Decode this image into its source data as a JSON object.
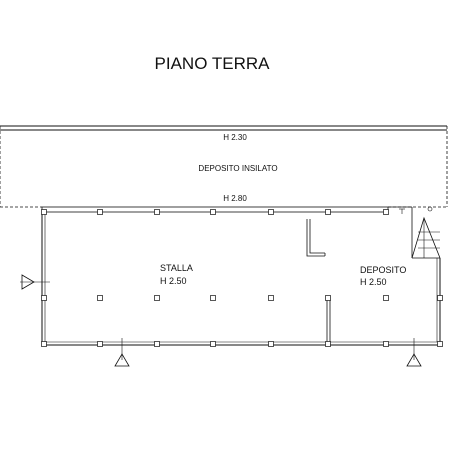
{
  "title": "PIANO TERRA",
  "rooms": {
    "insilato": {
      "height_top": "H 2.30",
      "name": "DEPOSITO INSILATO",
      "height_bottom": "H 2.80"
    },
    "stalla": {
      "name": "STALLA",
      "height": "H 2.50"
    },
    "deposito": {
      "name": "DEPOSITO",
      "height": "H 2.50"
    }
  }
}
